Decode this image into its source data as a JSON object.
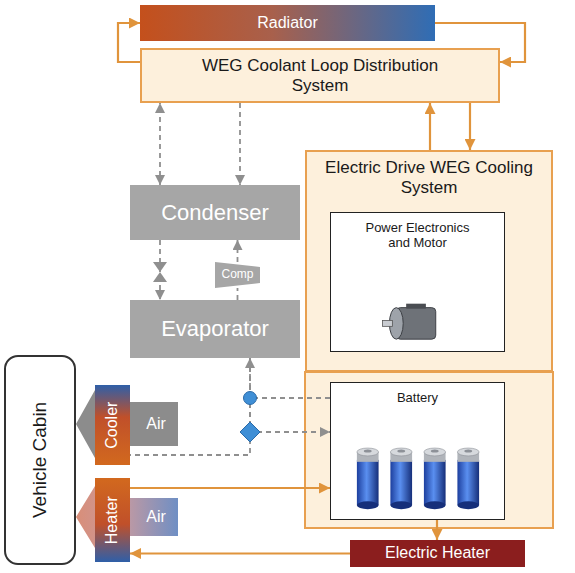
{
  "diagram": {
    "nodes": [
      {
        "text": [
          "Radiator"
        ]
      },
      {
        "text": [
          "WEG Coolant Loop Distribution System"
        ]
      },
      {
        "text": [
          "Condenser"
        ]
      },
      {
        "text": [
          "Comp"
        ]
      },
      {
        "text": [
          "Evaporator"
        ]
      },
      {
        "text": [
          "Electric Drive WEG Cooling System"
        ]
      },
      {
        "text": [
          "Power Electronics and Motor"
        ],
        "in": 5
      },
      {
        "text": [
          "Battery"
        ]
      },
      {
        "text": [
          "Cooler"
        ]
      },
      {
        "text": [
          "Heater"
        ]
      },
      {
        "text": [
          "Vehicle Cabin"
        ]
      },
      {
        "text": [
          "Electric Heater"
        ]
      }
    ],
    "edges": [
      {
        "from": 1,
        "to": 0,
        "arrow": "to"
      },
      {
        "from": 0,
        "to": 1,
        "arrow": "to"
      },
      {
        "from": 5,
        "to": 1,
        "arrow": "to"
      },
      {
        "from": 1,
        "to": 5,
        "arrow": "to"
      },
      {
        "from": 2,
        "to": 1,
        "arrow": "both"
      },
      {
        "from": 1,
        "to": 2,
        "arrow": "to"
      },
      {
        "from": 2,
        "to": 4,
        "arrow": "to"
      },
      {
        "from": 4,
        "to": 3,
        "arrow": "none"
      },
      {
        "from": 3,
        "to": 2,
        "arrow": "to"
      },
      {
        "from": 7,
        "to": 4,
        "arrow": "to"
      },
      {
        "from": 4,
        "to": 7,
        "arrow": "to"
      },
      {
        "from": 4,
        "to": 8,
        "arrow": "none"
      },
      {
        "from": 9,
        "to": 7,
        "arrow": "to"
      },
      {
        "from": 11,
        "to": 9,
        "arrow": "to"
      },
      {
        "from": 7,
        "to": 11,
        "arrow": "to"
      }
    ],
    "labels": [
      "Air",
      "Air"
    ]
  }
}
